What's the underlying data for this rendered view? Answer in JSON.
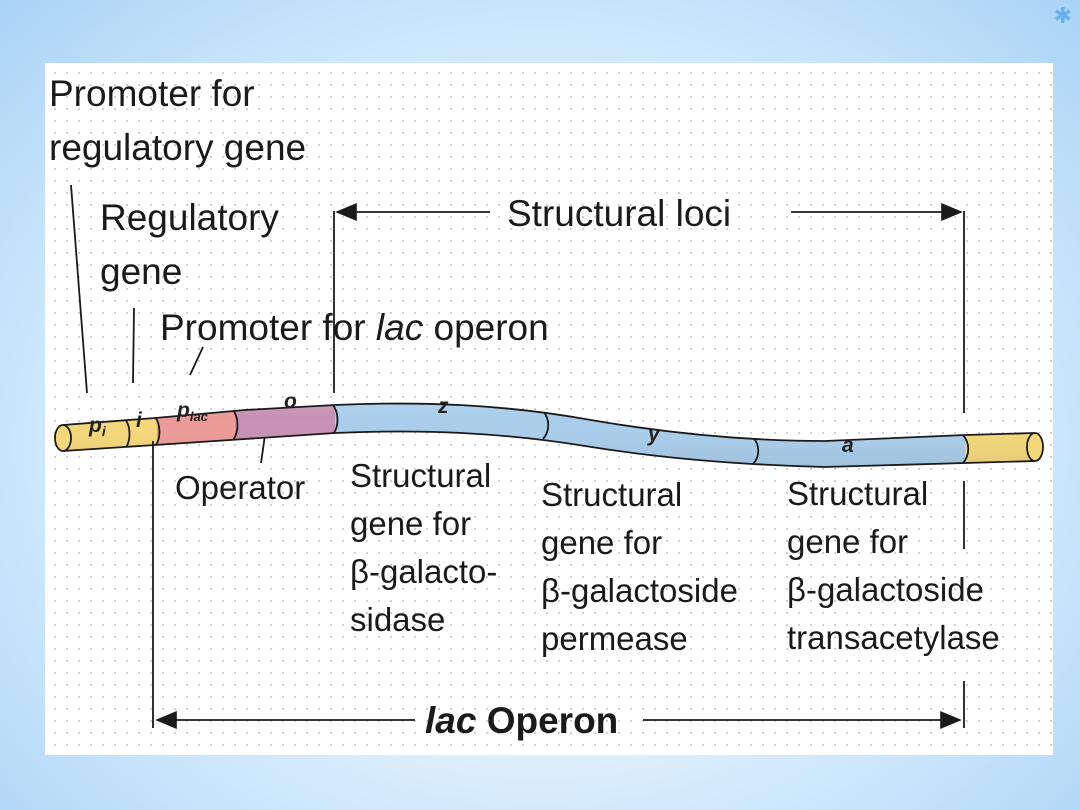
{
  "labels": {
    "promoter_regulatory_line1": "Promoter for",
    "promoter_regulatory_line2": "regulatory gene",
    "regulatory_line1": "Regulatory",
    "regulatory_line2": "gene",
    "promoter_lac_prefix": "Promoter for ",
    "promoter_lac_italic": "lac",
    "promoter_lac_suffix": " operon",
    "structural_loci": "Structural loci",
    "operator": "Operator",
    "z_desc": [
      "Structural",
      "gene for",
      "β-galacto-",
      "sidase"
    ],
    "y_desc": [
      "Structural",
      "gene for",
      "β-galactoside",
      "permease"
    ],
    "a_desc": [
      "Structural",
      "gene for",
      "β-galactoside",
      "transacetylase"
    ],
    "operon_italic": "lac",
    "operon_rest": " Operon"
  },
  "segments": {
    "p_i_base": "p",
    "p_i_sub": "i",
    "i": "i",
    "p_lac_base": "p",
    "p_lac_sub": "lac",
    "o": "o",
    "z": "z",
    "y": "y",
    "a": "a"
  },
  "colors": {
    "promoter_regulatory": "#f3d779",
    "regulatory": "#f3d779",
    "promoter_lac": "#ec9a97",
    "operator": "#c791b3",
    "structural": "#a9cdeb",
    "terminal": "#f3d779"
  }
}
